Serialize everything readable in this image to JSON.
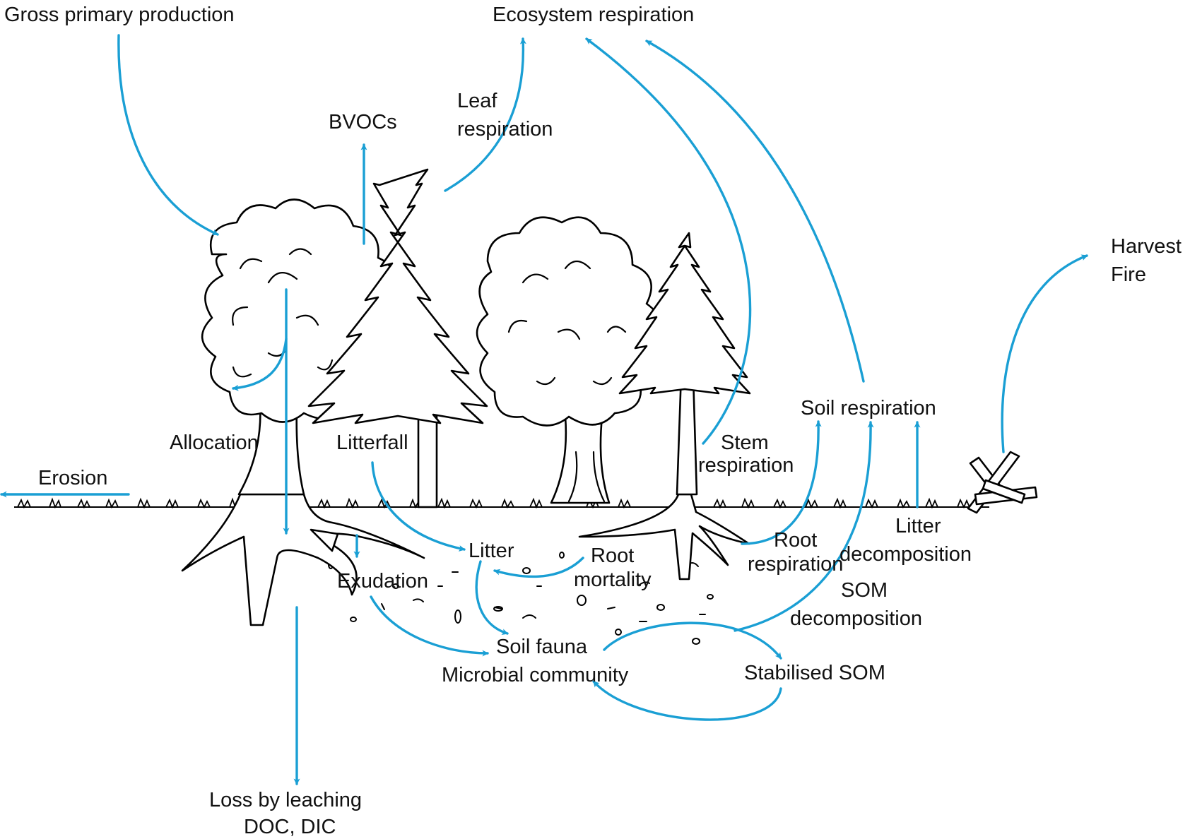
{
  "colors": {
    "flow_arrow": "#1a9fd4",
    "ink": "#000000",
    "background": "#ffffff"
  },
  "labels": {
    "gross_primary_production": "Gross primary production",
    "ecosystem_respiration": "Ecosystem respiration",
    "bvocs": "BVOCs",
    "leaf_respiration_1": "Leaf",
    "leaf_respiration_2": "respiration",
    "harvest": "Harvest",
    "fire": "Fire",
    "soil_respiration": "Soil respiration",
    "allocation": "Allocation",
    "litterfall": "Litterfall",
    "stem_respiration_1": "Stem",
    "stem_respiration_2": "respiration",
    "erosion": "Erosion",
    "litter": "Litter",
    "root_mortality_1": "Root",
    "root_mortality_2": "mortality",
    "root_respiration_1": "Root",
    "root_respiration_2": "respiration",
    "litter_decomposition_1": "Litter",
    "litter_decomposition_2": "decomposition",
    "exudation": "Exudation",
    "som_decomposition_1": "SOM",
    "som_decomposition_2": "decomposition",
    "soil_fauna": "Soil fauna",
    "microbial_community": "Microbial community",
    "stabilised_som": "Stabilised SOM",
    "leaching_1": "Loss by leaching",
    "leaching_2": "DOC, DIC"
  }
}
